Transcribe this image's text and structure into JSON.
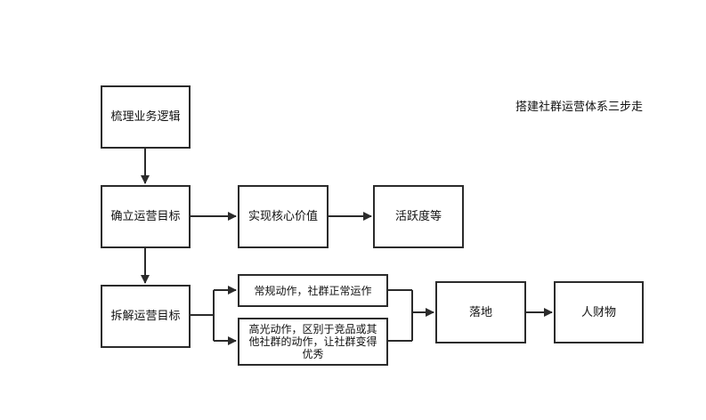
{
  "diagram": {
    "title": "搭建社群运营体系三步走",
    "nodes": {
      "sort_logic": "梳理业务逻辑",
      "set_goal": "确立运营目标",
      "core_value": "实现核心价值",
      "activity": "活跃度等",
      "split_goal": "拆解运营目标",
      "routine": "常规动作，社群正常运作",
      "highlight": "高光动作，区别于竞品或其他社群的动作，让社群变得优秀",
      "landing": "落地",
      "resources": "人财物"
    }
  },
  "colors": {
    "stroke": "#2b2b2b",
    "background": "#ffffff",
    "text": "#111111"
  }
}
